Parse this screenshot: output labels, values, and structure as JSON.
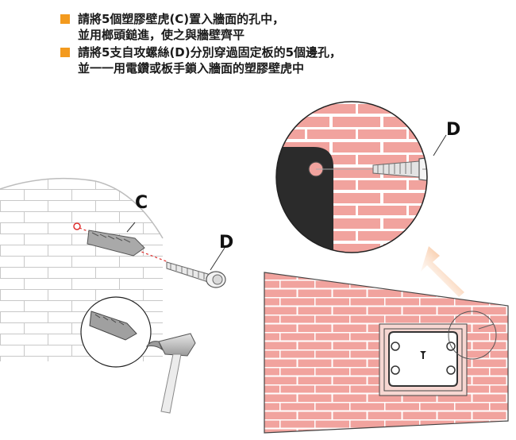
{
  "instructions": [
    {
      "line1": "請將5個塑膠壁虎(C)置入牆面的孔中，",
      "line2": "並用榔頭鎚進，使之與牆壁齊平"
    },
    {
      "line1": "請將5支自攻螺絲(D)分別穿過固定板的5個邊孔，",
      "line2": "並一一用電鑽或板手鎖入牆面的塑膠壁虎中"
    }
  ],
  "labels": {
    "anchor": "C",
    "screw_left": "D",
    "screw_zoom": "D"
  },
  "colors": {
    "bullet": "#f39a1e",
    "brick": "#f1a39e",
    "mortar": "#ffffff",
    "arrow": "#f08a3c",
    "plate": "#2b2b2b"
  }
}
